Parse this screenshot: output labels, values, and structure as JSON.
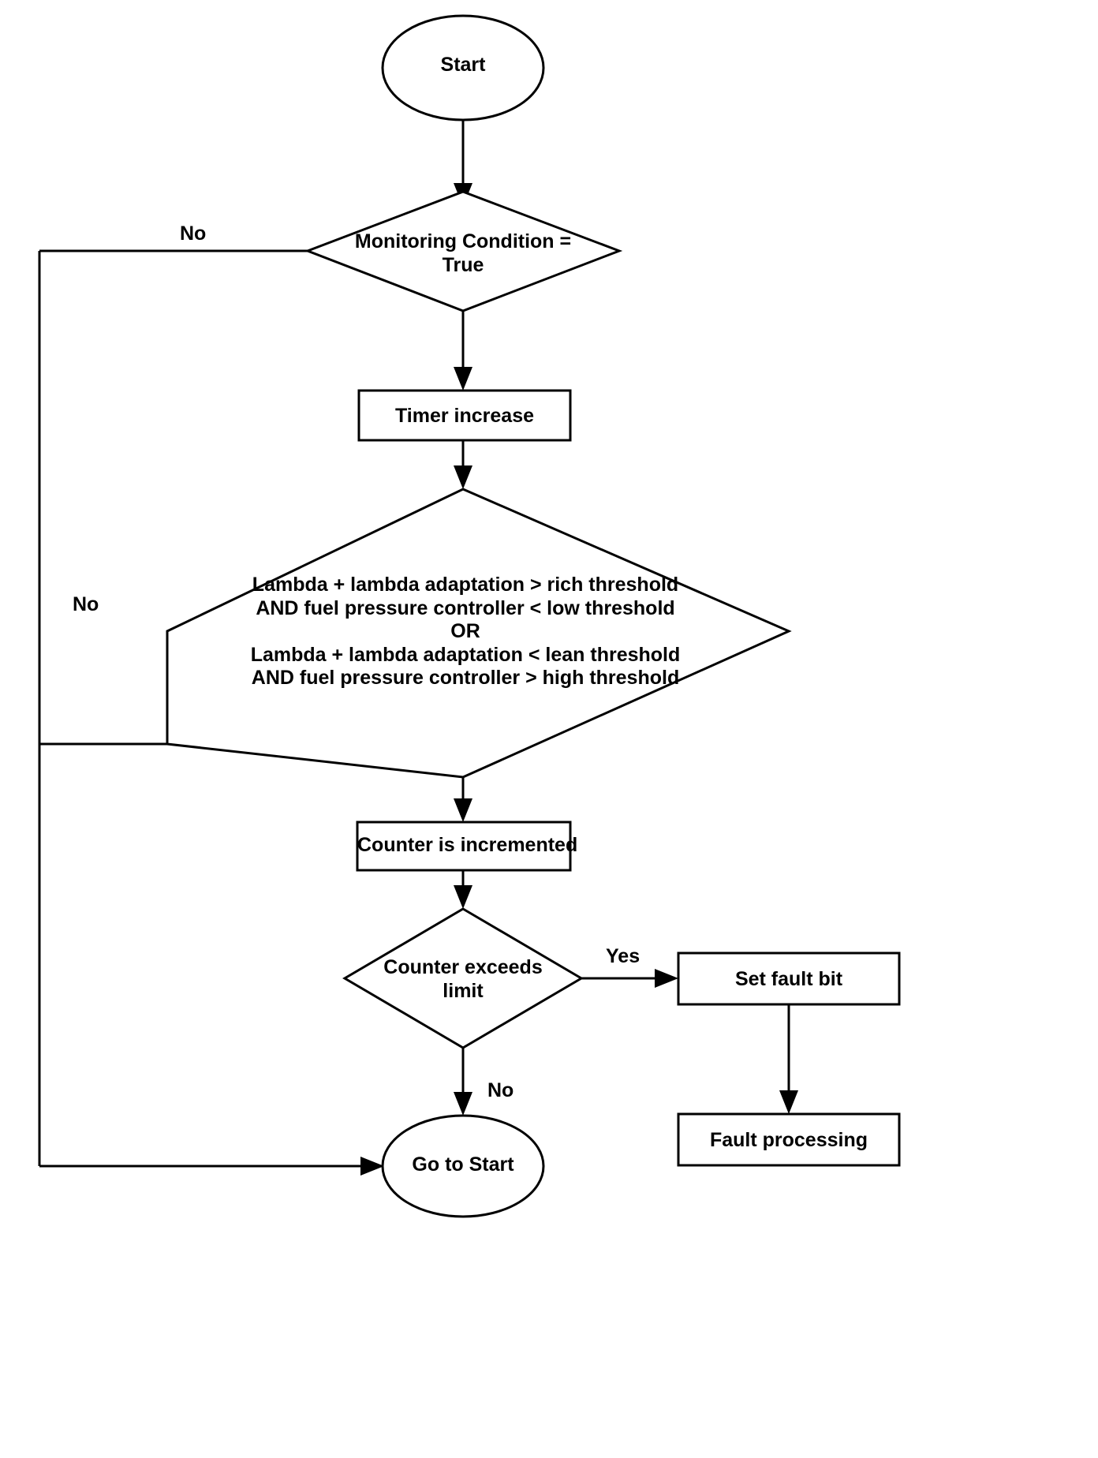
{
  "diagram": {
    "title": "Fuel system monitoring fault detection flowchart",
    "background_color": "#ffffff",
    "line_color": "#000000",
    "text_color": "#000000"
  },
  "nodes": {
    "start": {
      "label": "Start",
      "shape": "ellipse"
    },
    "monitoring_condition": {
      "label": "Monitoring Condition =\nTrue",
      "shape": "diamond"
    },
    "timer_increase": {
      "label": "Timer increase",
      "shape": "rectangle"
    },
    "threshold_condition": {
      "label": "Lambda + lambda adaptation > rich threshold\nAND fuel pressure controller < low threshold\nOR\nLambda + lambda adaptation < lean threshold\nAND fuel pressure controller > high threshold",
      "shape": "diamond"
    },
    "counter_incremented": {
      "label": "Counter is incremented",
      "shape": "rectangle"
    },
    "counter_exceeds_limit": {
      "label": "Counter exceeds\nlimit",
      "shape": "diamond"
    },
    "set_fault_bit": {
      "label": "Set fault bit",
      "shape": "rectangle"
    },
    "fault_processing": {
      "label": "Fault processing",
      "shape": "rectangle"
    },
    "go_to_start": {
      "label": "Go to Start",
      "shape": "ellipse"
    }
  },
  "edge_labels": {
    "monitoring_no": "No",
    "threshold_no": "No",
    "limit_yes": "Yes",
    "limit_no": "No"
  }
}
